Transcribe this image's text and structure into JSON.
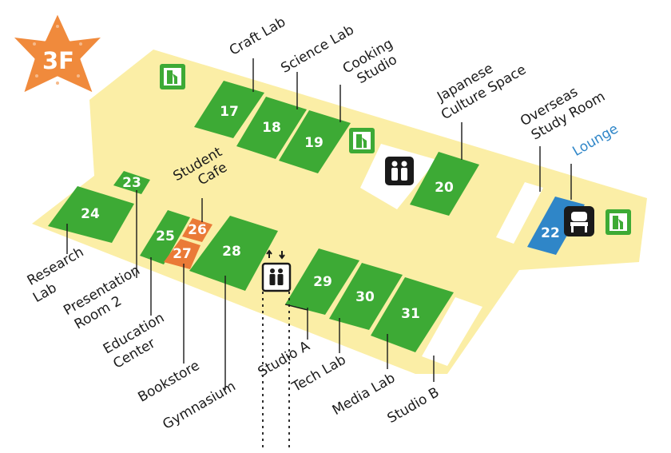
{
  "floor": {
    "label": "3F",
    "badge_color": "#f08a3c",
    "badge_dots_color": "#f6b98a"
  },
  "colors": {
    "floor_plate": "#fbeea6",
    "room_green": "#3daa35",
    "room_orange": "#ea7a37",
    "room_blue": "#2f86c8",
    "leader": "#1a1a1a",
    "blue_label": "#2f86c8"
  },
  "rooms": {
    "r17": "17",
    "r18": "18",
    "r19": "19",
    "r20": "20",
    "r22": "22",
    "r23": "23",
    "r24": "24",
    "r25": "25",
    "r26": "26",
    "r27": "27",
    "r28": "28",
    "r29": "29",
    "r30": "30",
    "r31": "31"
  },
  "labels": {
    "craft_lab": "Craft Lab",
    "science_lab": "Science Lab",
    "cooking_1": "Cooking",
    "cooking_2": "Studio",
    "japanese_1": "Japanese",
    "japanese_2": "Culture Space",
    "overseas_1": "Overseas",
    "overseas_2": "Study Room",
    "lounge": "Lounge",
    "student_1": "Student",
    "student_2": "Cafe",
    "research_1": "Research",
    "research_2": "Lab",
    "presentation_1": "Presentation",
    "presentation_2": "Room 2",
    "education_1": "Education",
    "education_2": "Center",
    "bookstore": "Bookstore",
    "gymnasium": "Gymnasium",
    "studio_a": "Studio A",
    "tech_lab": "Tech Lab",
    "media_lab": "Media Lab",
    "studio_b": "Studio B"
  },
  "icons": {
    "exit": "emergency-exit-icon",
    "restroom": "restroom-icon",
    "elevator": "elevator-icon",
    "lounge_chair": "lounge-chair-icon",
    "floor_star": "star-badge-icon"
  }
}
